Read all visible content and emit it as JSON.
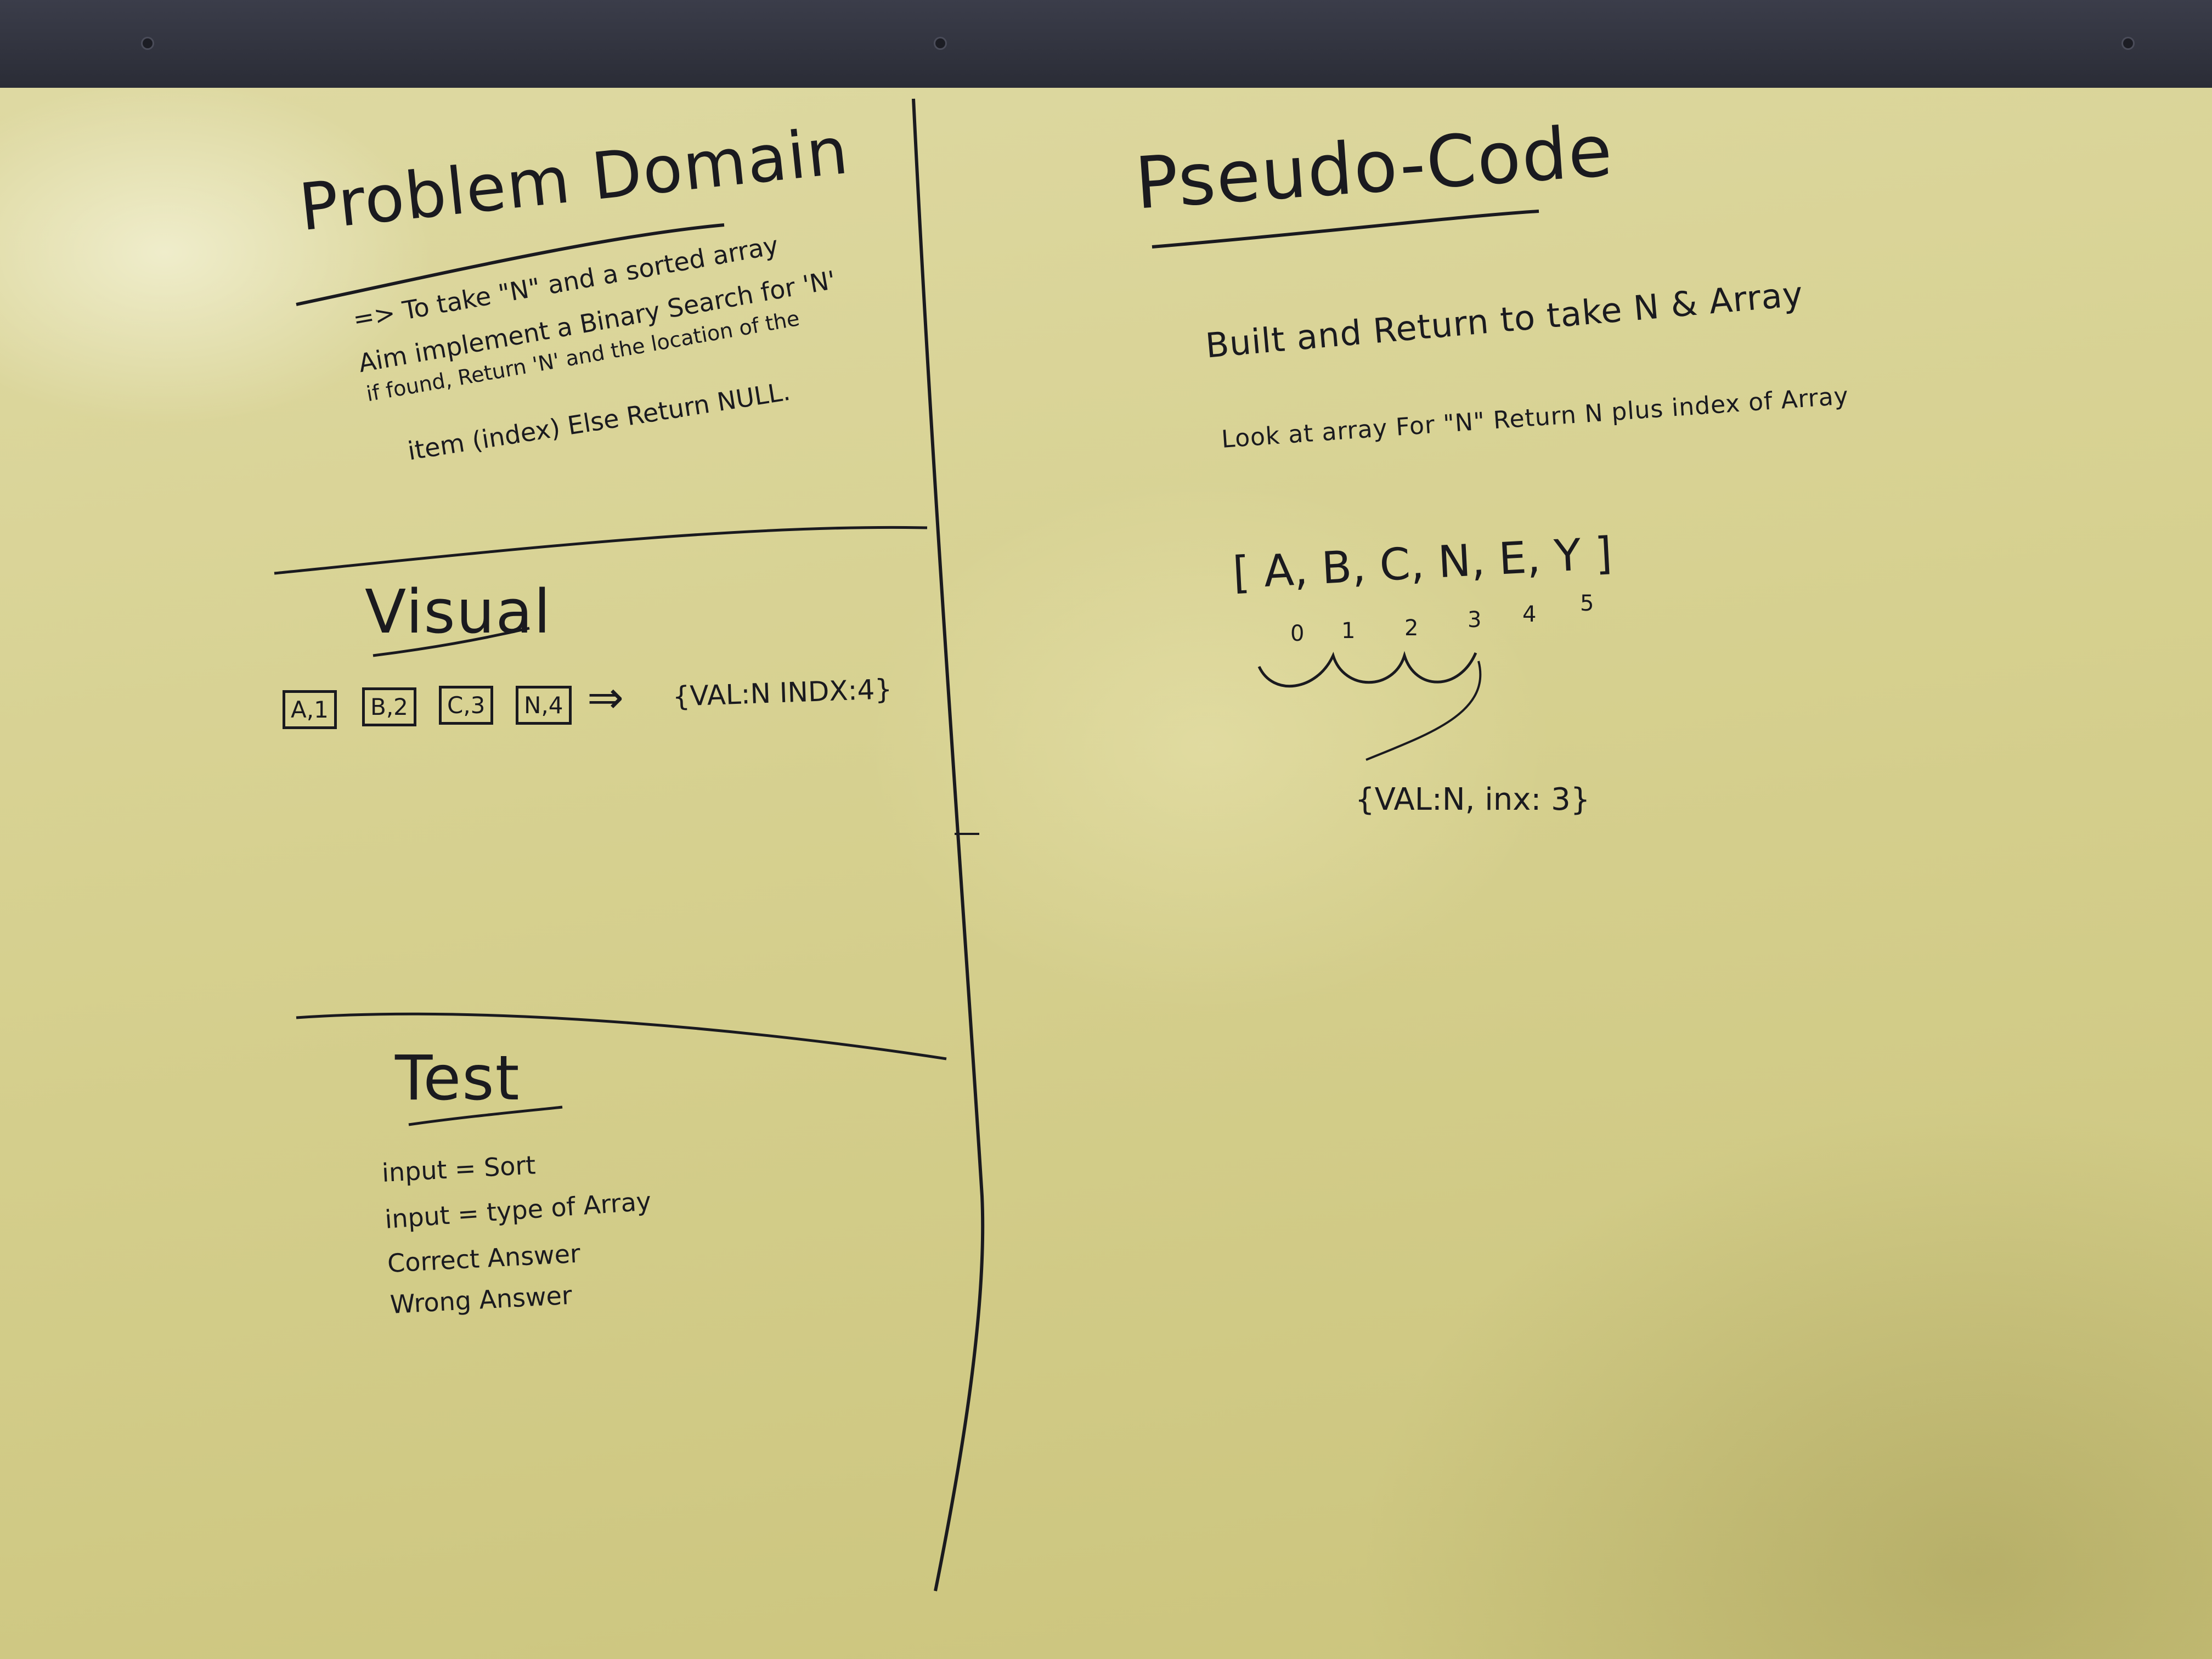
{
  "problem_domain": {
    "title": "Problem Domain",
    "lines": [
      "=> To take \"N\" and a sorted array",
      "Aim implement a Binary Search for 'N'",
      "if found, Return 'N' and the location of the",
      "item (index) Else Return NULL."
    ]
  },
  "visual": {
    "title": "Visual",
    "boxes": [
      "A,1",
      "B,2",
      "C,3",
      "N,4"
    ],
    "arrow": "⇒",
    "result": "{VAL:N INDX:4}"
  },
  "test": {
    "title": "Test",
    "lines": [
      "input = Sort",
      "input = type of Array",
      "Correct Answer",
      "Wrong Answer"
    ]
  },
  "pseudo_code": {
    "title": "Pseudo-Code",
    "lines": [
      "Built and Return to take N & Array",
      "Look at array For \"N\"  Return N plus index of Array"
    ],
    "array_label": "[ A, B, C, N, E, Y ]",
    "indices": [
      "0",
      "1",
      "2",
      "3",
      "4",
      "5"
    ],
    "result": "{VAL:N, inx: 3}"
  }
}
